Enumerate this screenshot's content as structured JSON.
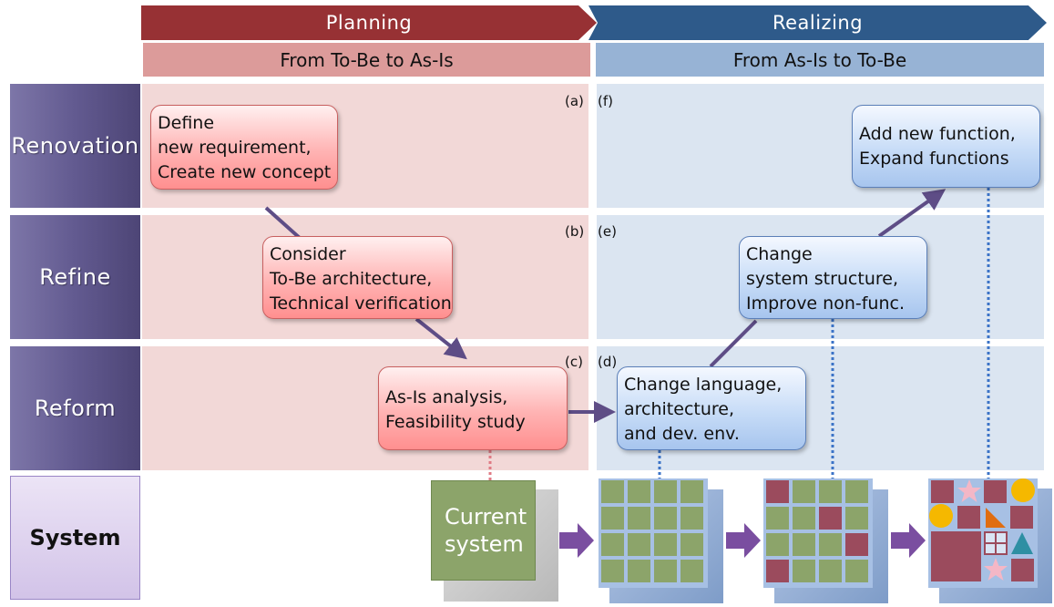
{
  "phases": {
    "planning": {
      "title": "Planning",
      "subtitle": "From To-Be to As-Is",
      "color": "#973134"
    },
    "realizing": {
      "title": "Realizing",
      "subtitle": "From As-Is to To-Be",
      "color": "#2e5a8a"
    }
  },
  "rows": {
    "renovation": "Renovation",
    "refine": "Refine",
    "reform": "Reform",
    "system": "System"
  },
  "markers": {
    "a": "(a)",
    "b": "(b)",
    "c": "(c)",
    "d": "(d)",
    "e": "(e)",
    "f": "(f)"
  },
  "steps": {
    "a": [
      "Define",
      "new requirement,",
      "Create new concept"
    ],
    "b": [
      "Consider",
      "To-Be architecture,",
      "Technical verification"
    ],
    "c": [
      "As-Is analysis,",
      "Feasibility study"
    ],
    "d": [
      "Change language,",
      "architecture,",
      "and dev. env."
    ],
    "e": [
      "Change",
      "system structure,",
      "Improve non-func."
    ],
    "f": [
      "Add new function,",
      "Expand functions"
    ]
  },
  "system": {
    "current": [
      "Current",
      "system"
    ]
  },
  "colors": {
    "planning_cell": "#f2d8d7",
    "realizing_cell": "#dbe5f1",
    "arrow": "#5e4d86",
    "module_green": "#8ca46a",
    "module_red": "#9b4b5d",
    "yellow": "#f5b800",
    "orange": "#e06d10",
    "teal": "#2e8fa3",
    "pink": "#f4b7c6"
  }
}
